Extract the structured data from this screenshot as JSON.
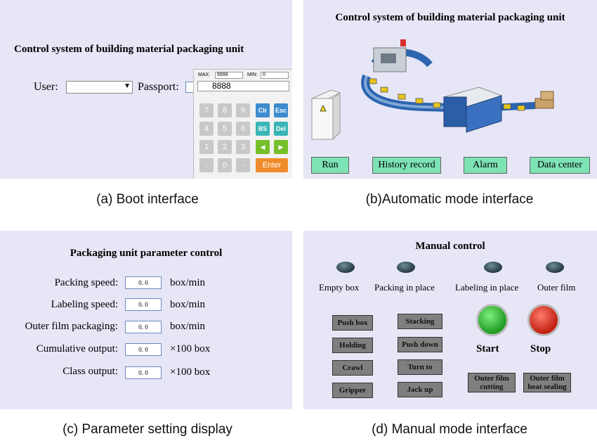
{
  "boot": {
    "title": "Control system of building material packaging unit",
    "user_label": "User:",
    "passport_label": "Passport:",
    "keypad": {
      "max_label": "MAX:",
      "max_value": "9999",
      "min_label": "MIN:",
      "min_value": "0",
      "display": "8888",
      "keys": [
        "7",
        "8",
        "9",
        "Clr",
        "Esc",
        "4",
        "5",
        "6",
        "BS",
        "Del",
        "1",
        "2",
        "3",
        "◀",
        "▶",
        ".",
        "0",
        "-",
        "Enter"
      ]
    }
  },
  "auto": {
    "title": "Control system of building material packaging unit",
    "buttons": [
      "Run",
      "History record",
      "Alarm",
      "Data center"
    ]
  },
  "params": {
    "title": "Packaging unit parameter control",
    "rows": [
      {
        "label": "Packing speed:",
        "value": "0. 0",
        "unit": "box/min"
      },
      {
        "label": "Labeling speed:",
        "value": "0. 0",
        "unit": "box/min"
      },
      {
        "label": "Outer film packaging:",
        "value": "0. 0",
        "unit": "box/min"
      },
      {
        "label": "Cumulative output:",
        "value": "0. 0",
        "unit": "×100 box"
      },
      {
        "label": "Class output:",
        "value": "0. 0",
        "unit": "×100 box"
      }
    ]
  },
  "manual": {
    "title": "Manual control",
    "indicators": [
      "Empty box",
      "Packing in place",
      "Labeling in place",
      "Outer film"
    ],
    "left_buttons": [
      "Push box",
      "Holding",
      "Crawl",
      "Gripper"
    ],
    "mid_buttons": [
      "Stacking",
      "Push down",
      "Turn to",
      "Jack up"
    ],
    "start_label": "Start",
    "stop_label": "Stop",
    "film_cutting": "Outer film cutting",
    "film_sealing": "Outer film heat sealing"
  },
  "captions": {
    "a": "(a) Boot interface",
    "b": "(b)Automatic mode interface",
    "c": "(c) Parameter setting display",
    "d": "(d) Manual mode interface"
  }
}
